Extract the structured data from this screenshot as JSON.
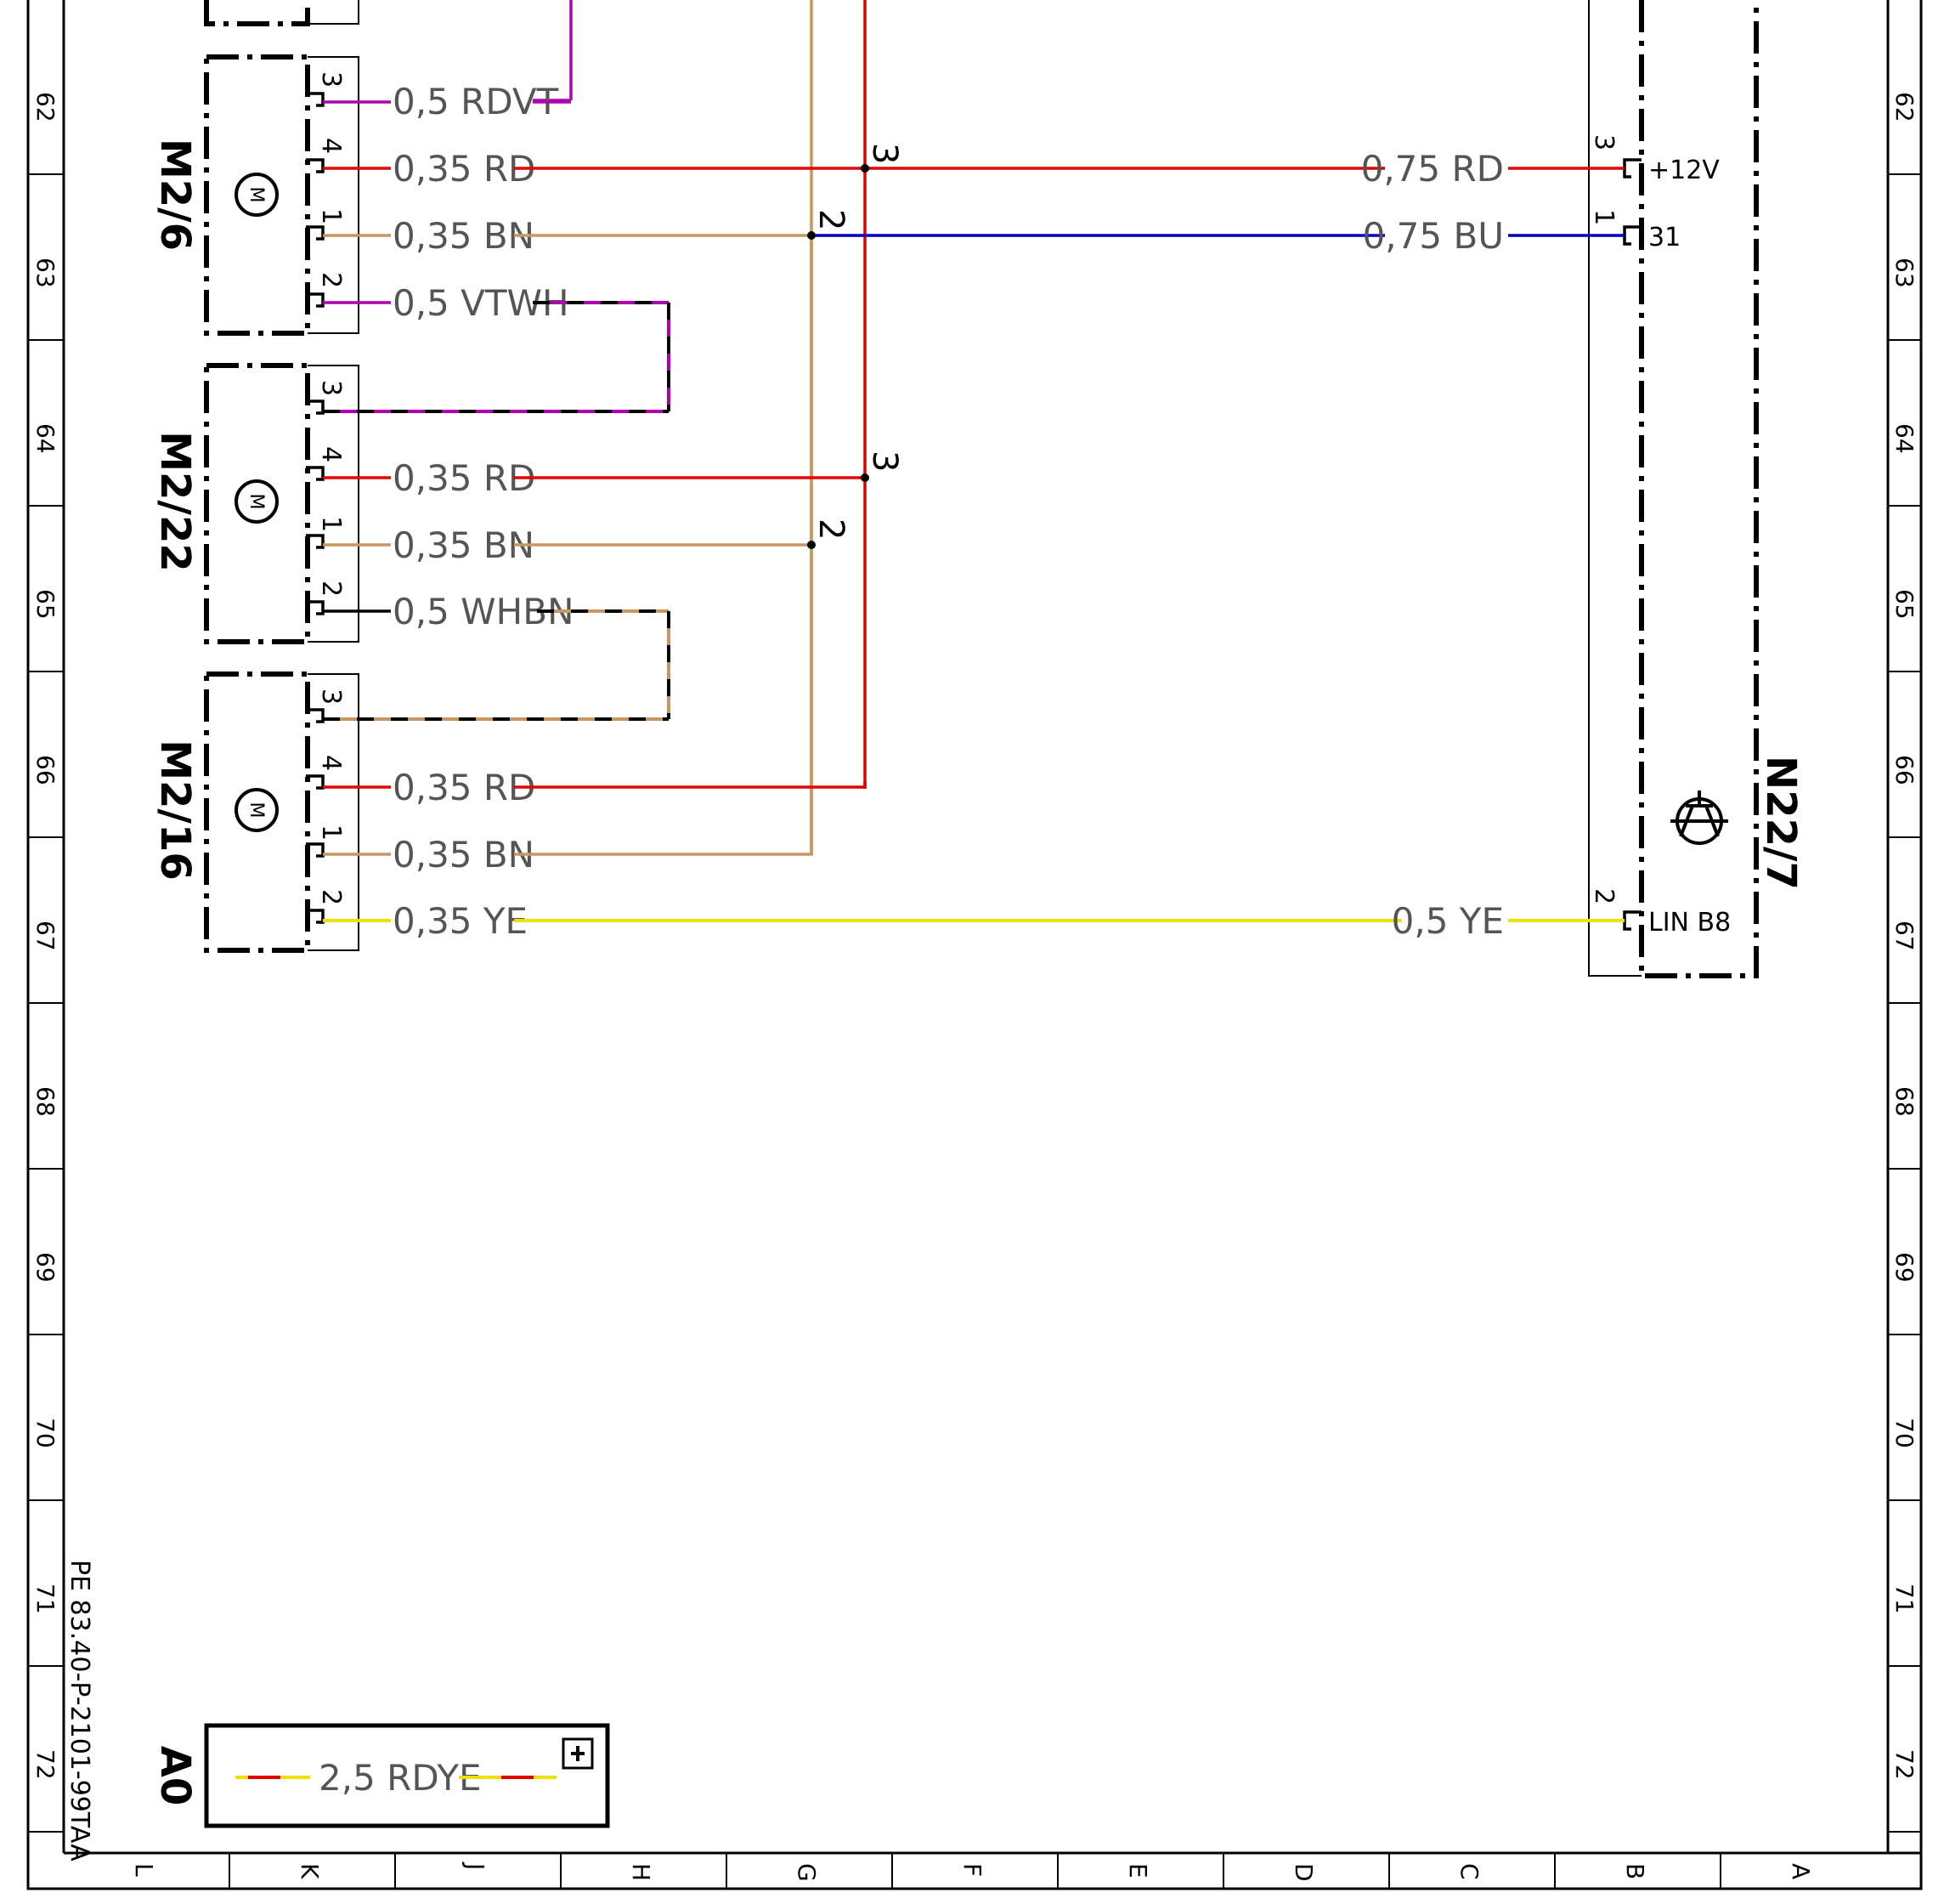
{
  "drawing": {
    "doc_number": "PE 83.40-P-2101-99TAA",
    "row_labels": [
      "62",
      "63",
      "64",
      "65",
      "66",
      "67",
      "68",
      "69",
      "70",
      "71",
      "72"
    ],
    "col_labels": [
      "L",
      "K",
      "J",
      "H",
      "G",
      "F",
      "E",
      "D",
      "C",
      "B",
      "A"
    ]
  },
  "components": {
    "m2_6": "M2/6",
    "m2_22": "M2/22",
    "m2_16": "M2/16",
    "n22_7": "N22/7",
    "a0": "A0",
    "motor_symbol": "M"
  },
  "wires": {
    "m2_6_pin3": "0,5 RDVT",
    "m2_6_pin4": "0,35 RD",
    "m2_6_pin1": "0,35 BN",
    "m2_6_pin2": "0,5 VTWH",
    "m2_22_pin4": "0,35 RD",
    "m2_22_pin1": "0,35 BN",
    "m2_22_pin2": "0,5 WHBN",
    "m2_16_pin4": "0,35 RD",
    "m2_16_pin1": "0,35 BN",
    "m2_16_pin2": "0,35 YE",
    "n22_pin3": "0,75 RD",
    "n22_pin1": "0,75 BU",
    "n22_pin2": "0,5 YE",
    "a0_wire": "2,5 RDYE"
  },
  "pins": {
    "n1": "1",
    "n2": "2",
    "n3": "3",
    "n4": "4"
  },
  "n22_terminals": {
    "plus12": "+12V",
    "gnd": "31",
    "lin": "LIN B8"
  },
  "junctions": {
    "red_node": "3",
    "brown_node": "2"
  },
  "colors": {
    "red": "#e00000",
    "brown": "#c8965f",
    "blue": "#0000c0",
    "yellow": "#f0e000",
    "violet": "#b000b0"
  },
  "icons": {
    "motor": "motor-icon",
    "transistor": "transistor-icon",
    "info": "info-icon"
  }
}
